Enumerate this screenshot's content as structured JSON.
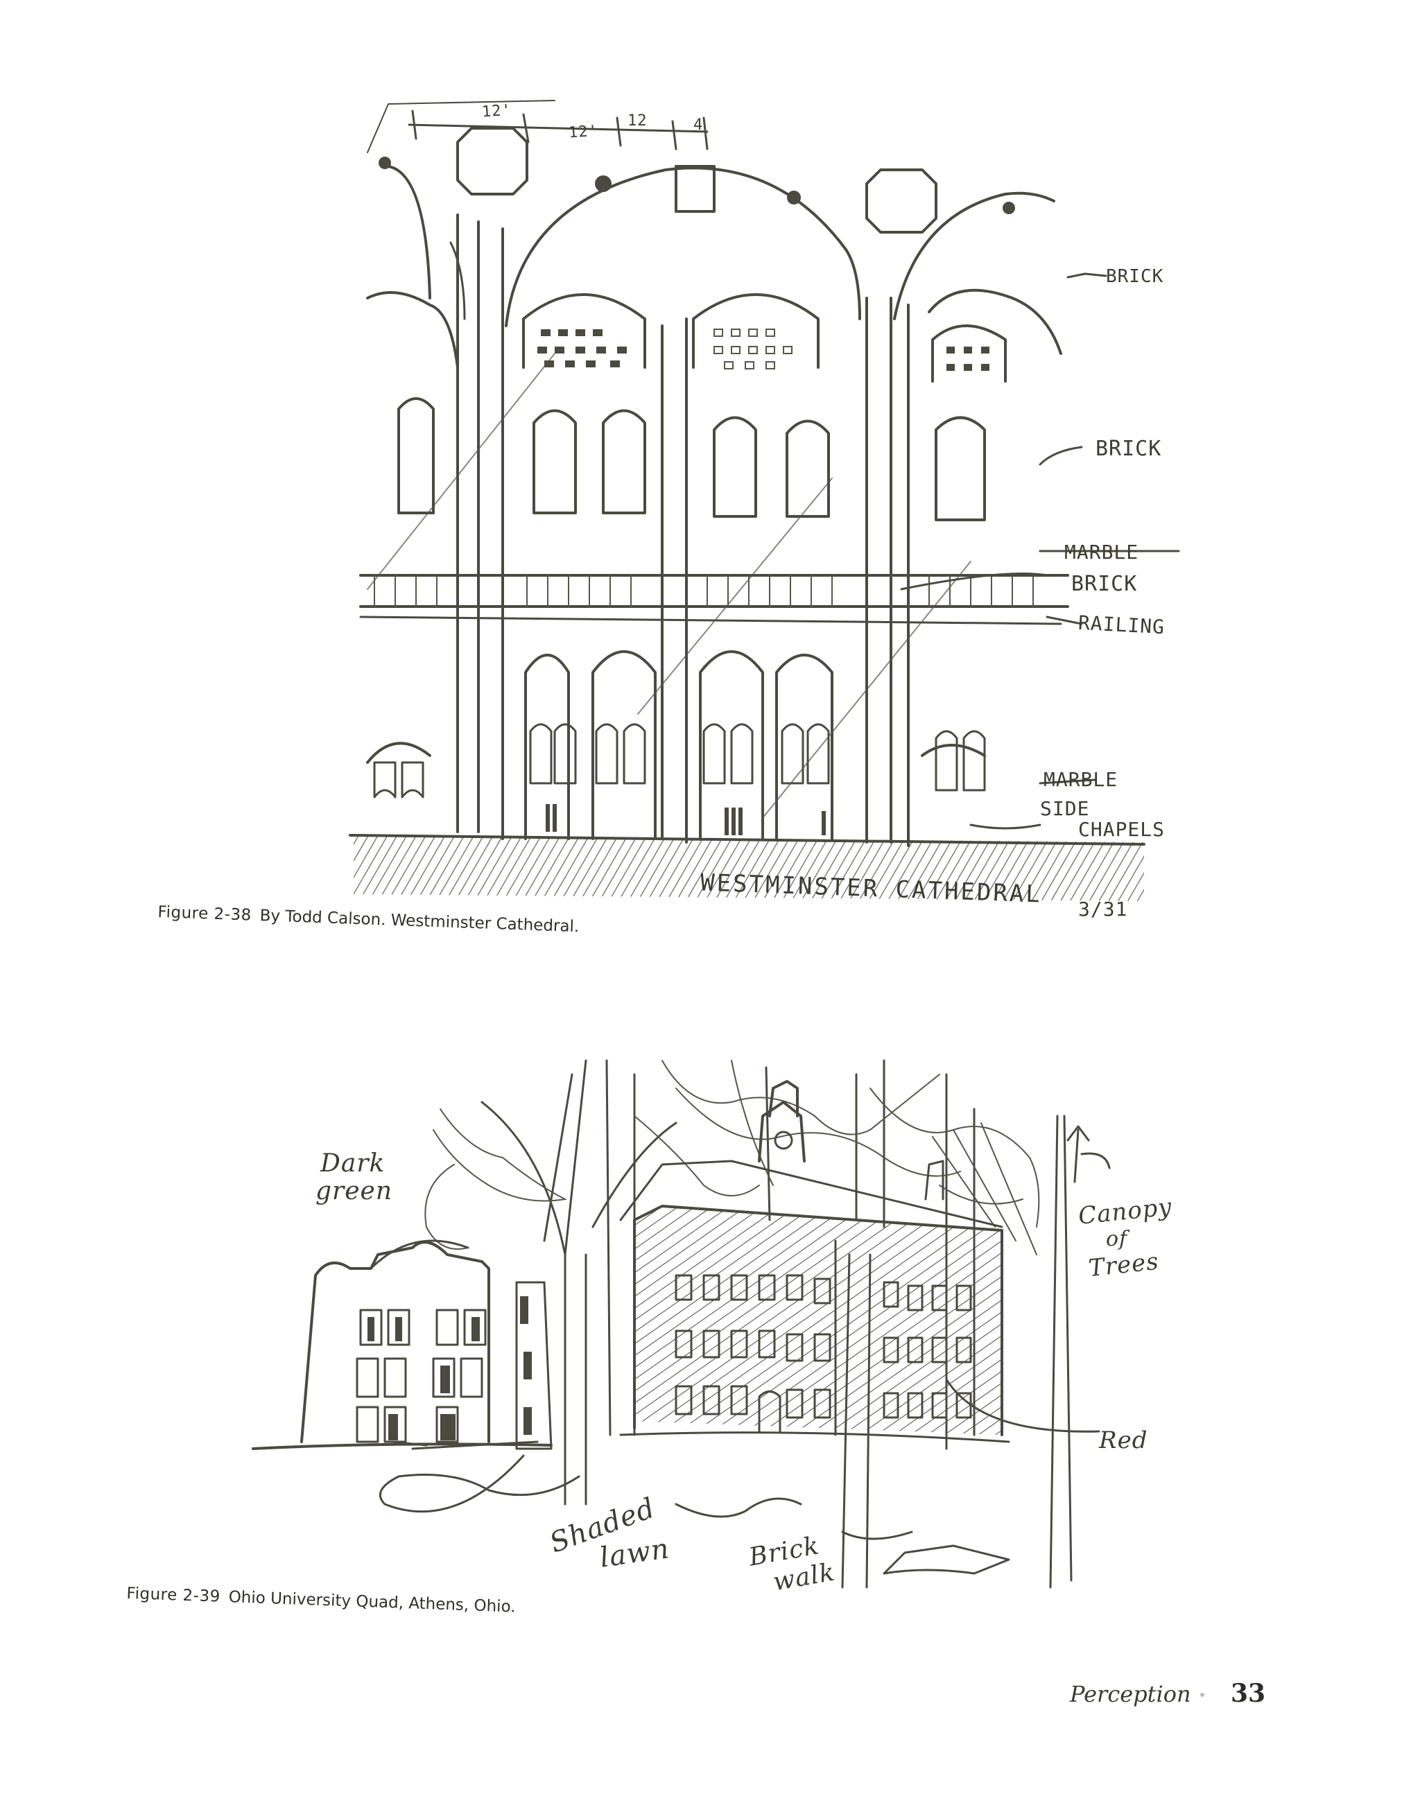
{
  "figure_38": {
    "caption_number": "Figure 2-38",
    "caption_text": "By Todd Calson. Westminster Cathedral.",
    "annotations": {
      "dim_1": "12'",
      "dim_2": "12'",
      "dim_3": "12",
      "dim_4": "4",
      "brick_top": "BRICK",
      "brick_mid": "BRICK",
      "marble_1": "MARBLE",
      "brick_low": "BRICK",
      "railing": "RAILING",
      "marble_2": "MARBLE",
      "side_chapels_1": "SIDE",
      "side_chapels_2": "CHAPELS",
      "title": "WESTMINSTER CATHEDRAL",
      "date": "3/31"
    }
  },
  "figure_39": {
    "caption_number": "Figure 2-39",
    "caption_text": "Ohio University Quad, Athens, Ohio.",
    "annotations": {
      "dark_green_1": "Dark",
      "dark_green_2": "green",
      "canopy_1": "Canopy",
      "canopy_2": "of",
      "canopy_3": "Trees",
      "red": "Red",
      "shaded_lawn_1": "Shaded",
      "shaded_lawn_2": "lawn",
      "brick_walk_1": "Brick",
      "brick_walk_2": "walk"
    }
  },
  "footer": {
    "section": "Perception",
    "page_number": "33"
  }
}
